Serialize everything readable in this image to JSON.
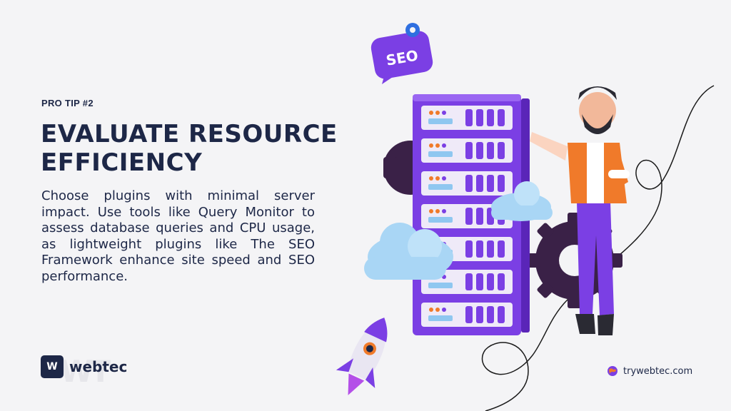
{
  "eyebrow": "PRO TIP #2",
  "headline": "EVALUATE RESOURCE EFFICIENCY",
  "body": "Choose plugins with minimal server impact. Use tools like Query Monitor to assess database queries and CPU usage, as lightweight plugins like The SEO Framework enhance site speed and SEO performance.",
  "brand": {
    "mark": "W",
    "name": "webtec"
  },
  "website": "trywebtec.com",
  "badge": "SEO",
  "icons": [
    "globe-icon",
    "gear-icon",
    "rocket-icon",
    "cloud-icon"
  ],
  "colors": {
    "navy": "#1d2747",
    "purple": "#7b3fe4",
    "orange": "#f07a2a",
    "cloud": "#a9d6f5"
  }
}
